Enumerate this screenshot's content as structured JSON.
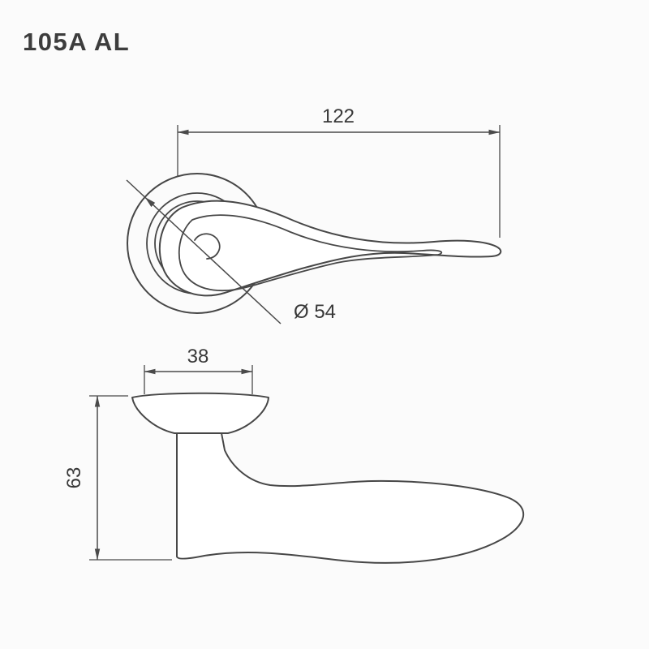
{
  "title": "105A AL",
  "drawing": {
    "dim_length": "122",
    "dim_diameter": "Ø 54",
    "dim_width": "38",
    "dim_height": "63"
  },
  "colors": {
    "line": "#474747",
    "dimension_line": "#4a4a4a",
    "text": "#383838",
    "background": "#fbfbfb"
  }
}
